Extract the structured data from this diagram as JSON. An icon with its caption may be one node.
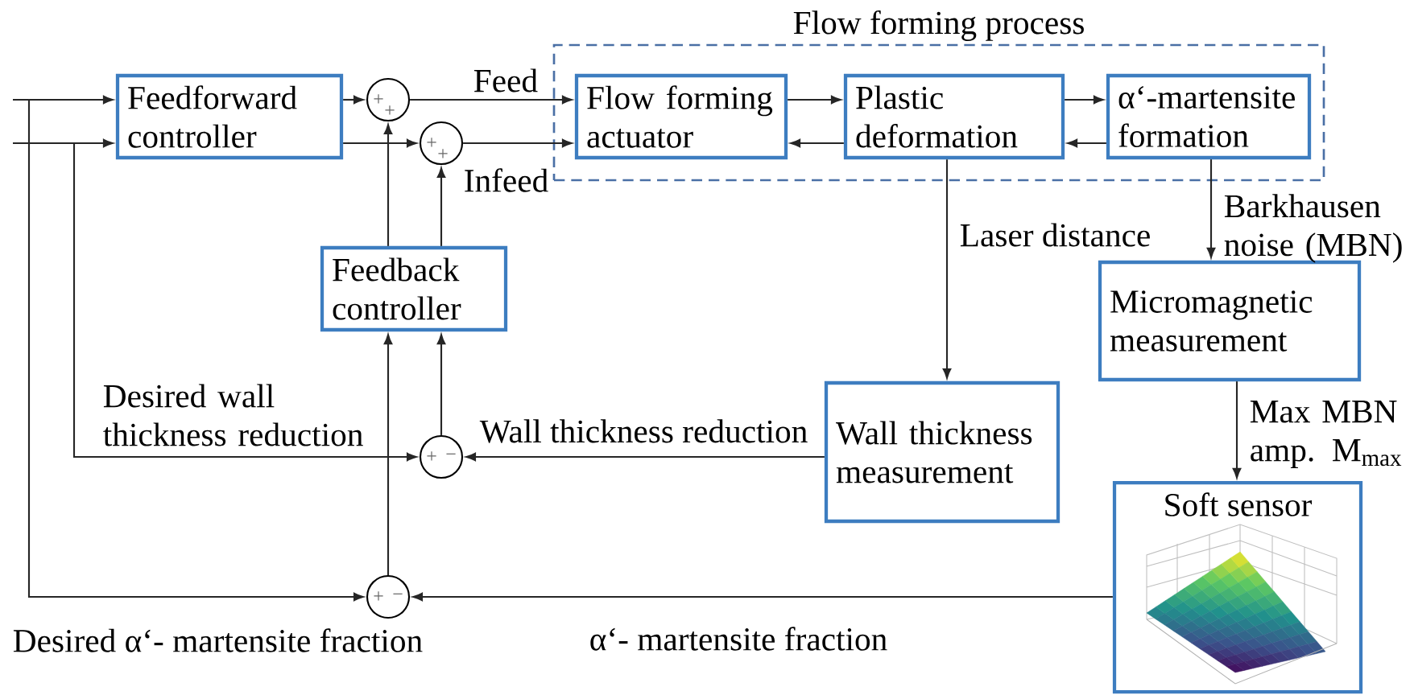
{
  "diagram": {
    "nodes": [
      {
        "text": [
          "Feedforward controller"
        ]
      },
      {
        "text": [
          "+",
          "+"
        ]
      },
      {
        "text": [
          "+",
          "+"
        ]
      },
      {
        "text": [
          "Flow forming process"
        ]
      },
      {
        "text": [
          "Flow forming actuator"
        ],
        "in": 3
      },
      {
        "text": [
          "Plastic deformation"
        ],
        "in": 3
      },
      {
        "text": [
          "α‘-martensite formation"
        ],
        "in": 3
      },
      {
        "text": [
          "Feedback controller"
        ]
      },
      {
        "text": [
          "+",
          "−"
        ]
      },
      {
        "text": [
          "Wall thickness measurement"
        ]
      },
      {
        "text": [
          "Micromagnetic measurement"
        ]
      },
      {
        "text": [
          "Soft sensor"
        ]
      },
      {
        "text": [
          "+",
          "−"
        ]
      }
    ],
    "edges": [
      {
        "from": null,
        "to": 0,
        "arrow": "to"
      },
      {
        "from": null,
        "to": 12,
        "arrow": "to"
      },
      {
        "from": null,
        "to": 0,
        "arrow": "to"
      },
      {
        "from": null,
        "to": 8,
        "arrow": "to"
      },
      {
        "from": 0,
        "to": 1,
        "arrow": "to"
      },
      {
        "from": 0,
        "to": 2,
        "arrow": "to"
      },
      {
        "from": 1,
        "to": 4,
        "arrow": "to",
        "label": "Feed"
      },
      {
        "from": 2,
        "to": 4,
        "arrow": "to",
        "label": "Infeed"
      },
      {
        "from": 4,
        "to": 5,
        "arrow": "to"
      },
      {
        "from": 5,
        "to": 4,
        "arrow": "to"
      },
      {
        "from": 5,
        "to": 6,
        "arrow": "to"
      },
      {
        "from": 6,
        "to": 5,
        "arrow": "to"
      },
      {
        "from": 5,
        "to": 9,
        "arrow": "to",
        "label": "Laser distance"
      },
      {
        "from": 6,
        "to": 10,
        "arrow": "to",
        "label": "Barkhausen noise (MBN)"
      },
      {
        "from": 10,
        "to": 11,
        "arrow": "to",
        "label": "Max MBN amp.  M$_{max}$"
      },
      {
        "from": 9,
        "to": 8,
        "arrow": "to",
        "label": "Wall thickness reduction"
      },
      {
        "from": 11,
        "to": 12,
        "arrow": "to",
        "label": "α‘- martensite fraction"
      },
      {
        "from": 8,
        "to": 7,
        "arrow": "to"
      },
      {
        "from": 12,
        "to": 7,
        "arrow": "to"
      },
      {
        "from": 7,
        "to": 1,
        "arrow": "to"
      },
      {
        "from": 7,
        "to": 2,
        "arrow": "to"
      }
    ],
    "labels": [
      "Desired wall thickness reduction",
      "Desired α‘- martensite fraction"
    ]
  }
}
